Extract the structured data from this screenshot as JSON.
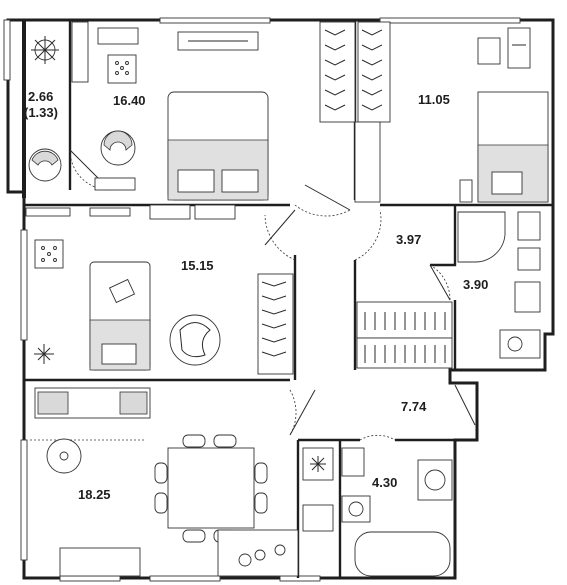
{
  "rooms": [
    {
      "id": "balcony",
      "area": "2.66",
      "sub": "(1.33)"
    },
    {
      "id": "bedroom-1",
      "area": "16.40"
    },
    {
      "id": "bedroom-2",
      "area": "11.05"
    },
    {
      "id": "bedroom-3",
      "area": "15.15"
    },
    {
      "id": "hall",
      "area": "3.97"
    },
    {
      "id": "bathroom-1",
      "area": "3.90"
    },
    {
      "id": "corridor",
      "area": "7.74"
    },
    {
      "id": "living-kitchen",
      "area": "18.25"
    },
    {
      "id": "bathroom-2",
      "area": "4.30"
    }
  ],
  "colors": {
    "wall": "#1e1e1e",
    "fixture": "#d9d9d9",
    "background": "#ffffff"
  }
}
